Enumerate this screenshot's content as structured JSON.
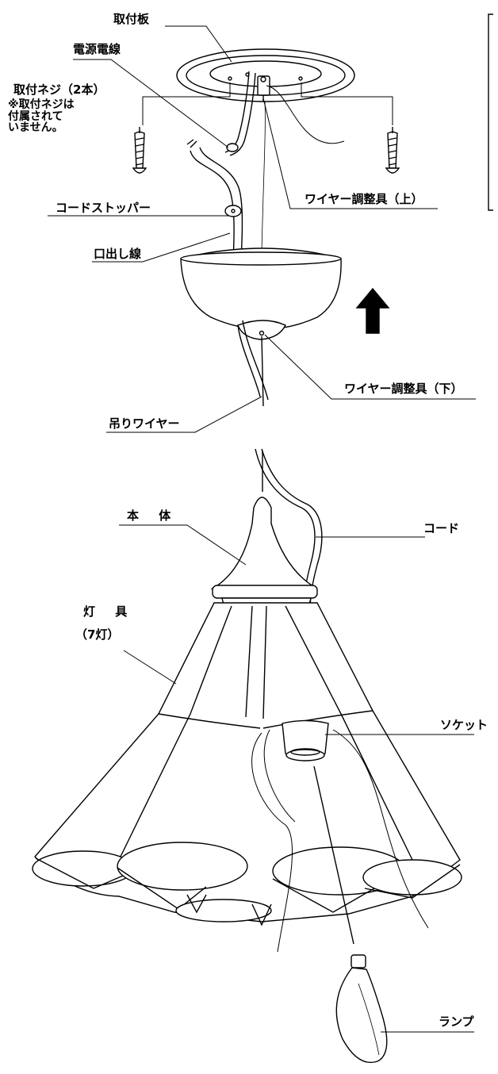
{
  "labels": {
    "mounting_plate": "取付板",
    "power_wire": "電源電線",
    "mounting_screws": "取付ネジ（2本）",
    "screws_note": "※取付ネジは\n付属されて\nいません。",
    "wire_adjuster_upper": "ワイヤー調整具（上）",
    "cord_stopper": "コードストッパー",
    "outlet_wire": "口出し線",
    "wire_adjuster_lower": "ワイヤー調整具（下）",
    "hanging_wire": "吊りワイヤー",
    "main_body": "本 体",
    "cord": "コード",
    "fixture": "灯 具",
    "fixture_count": "（7灯）",
    "socket": "ソケット",
    "lamp": "ランプ"
  },
  "colors": {
    "line": "#000000",
    "fill": "#ffffff",
    "arrow": "#000000"
  },
  "icons": {
    "direction_arrow": "up-arrow-icon"
  }
}
